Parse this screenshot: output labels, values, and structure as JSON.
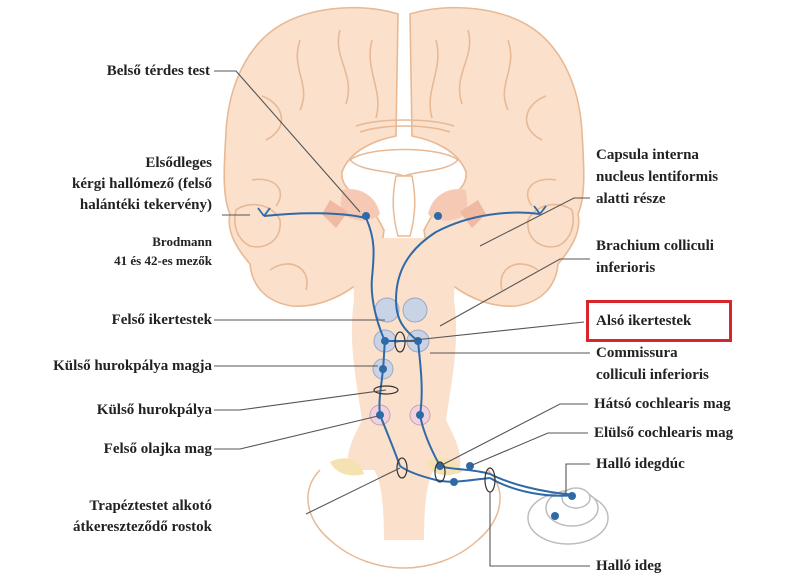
{
  "colors": {
    "brain_fill": "#fbe0cc",
    "brain_outline": "#e8b994",
    "pathway": "#2f6aa8",
    "nucleus": "#c9d3e6",
    "olive": "#efd2de",
    "cochlear": "#f4e2b2",
    "highlight": "#d6262b",
    "leader_line": "#555555"
  },
  "labels": {
    "belso_terdes_test": "Belső térdes test",
    "elsodleges_1": "Elsődleges",
    "elsodleges_2": "kérgi hallómező (felső",
    "elsodleges_3": "halántéki tekervény)",
    "brodmann_1": "Brodmann",
    "brodmann_2": "41 és 42-es mezők",
    "felso_ikertestek": "Felső ikertestek",
    "kulso_hurok_magja": "Külső hurokpálya magja",
    "kulso_hurokpalya": "Külső hurokpálya",
    "felso_olajka_mag": "Felső olajka mag",
    "trapez_1": "Trapéztestet alkotó",
    "trapez_2": "átkereszteződő rostok",
    "capsula_1": "Capsula interna",
    "capsula_2": "nucleus lentiformis",
    "capsula_3": "alatti része",
    "brachium_1": "Brachium colliculi",
    "brachium_2": "inferioris",
    "also_ikertestek": "Alsó ikertestek",
    "commissura_1": "Commissura",
    "commissura_2": "colliculi inferioris",
    "hatso_cochlearis": "Hátsó cochlearis mag",
    "eluls_cochlearis": "Elülső cochlearis mag",
    "hallo_idegduc": "Halló idegdúc",
    "hallo_ideg": "Halló ideg"
  }
}
